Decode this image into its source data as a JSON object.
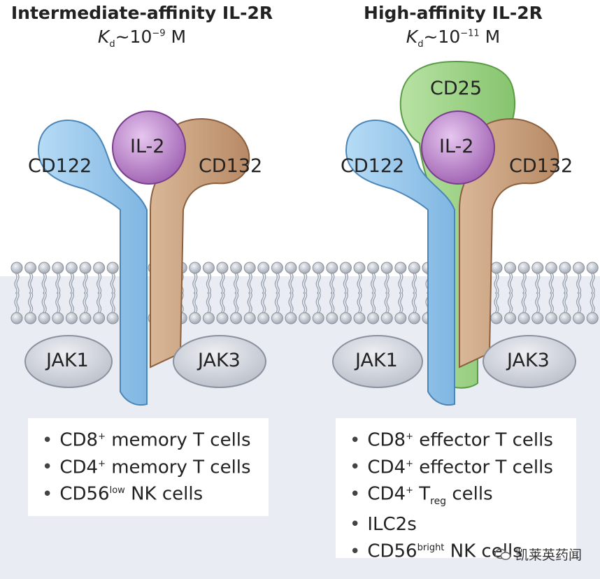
{
  "panels": [
    {
      "title": "Intermediate-affinity IL-2R",
      "kd_prefix": "K",
      "kd_sub": "d",
      "kd_mid": "~10",
      "kd_exp": "−9",
      "kd_unit": " M",
      "receptors": {
        "cd122": "CD122",
        "il2": "IL-2",
        "cd132": "CD132"
      },
      "jak_left": "JAK1",
      "jak_right": "JAK3",
      "cells": [
        {
          "pre": "CD8",
          "sup": "+",
          "sub": "",
          "post": " memory T cells"
        },
        {
          "pre": "CD4",
          "sup": "+",
          "sub": "",
          "post": " memory T cells"
        },
        {
          "pre": "CD56",
          "sup": "low",
          "sub": "",
          "post": " NK cells"
        }
      ]
    },
    {
      "title": "High-affinity IL-2R",
      "kd_prefix": "K",
      "kd_sub": "d",
      "kd_mid": "~10",
      "kd_exp": "−11",
      "kd_unit": " M",
      "receptors": {
        "cd25": "CD25",
        "cd122": "CD122",
        "il2": "IL-2",
        "cd132": "CD132"
      },
      "jak_left": "JAK1",
      "jak_right": "JAK3",
      "cells": [
        {
          "pre": "CD8",
          "sup": "+",
          "sub": "",
          "post": " effector T cells"
        },
        {
          "pre": "CD4",
          "sup": "+",
          "sub": "",
          "post": " effector T cells"
        },
        {
          "pre": "CD4",
          "sup": "+",
          "mid": " T",
          "sub": "reg",
          "post": " cells"
        },
        {
          "pre": "ILC2s",
          "sup": "",
          "sub": "",
          "post": ""
        },
        {
          "pre": "CD56",
          "sup": "bright",
          "sub": "",
          "post": " NK cells"
        }
      ]
    }
  ],
  "watermark": "凯莱英药闻",
  "colors": {
    "cd122": "#93c6ea",
    "cd132": "#c9a07d",
    "il2": "#b67bc5",
    "cd25": "#9fd48a",
    "jak": "#cfd3dc",
    "cytoplasm": "#e9edf3"
  }
}
